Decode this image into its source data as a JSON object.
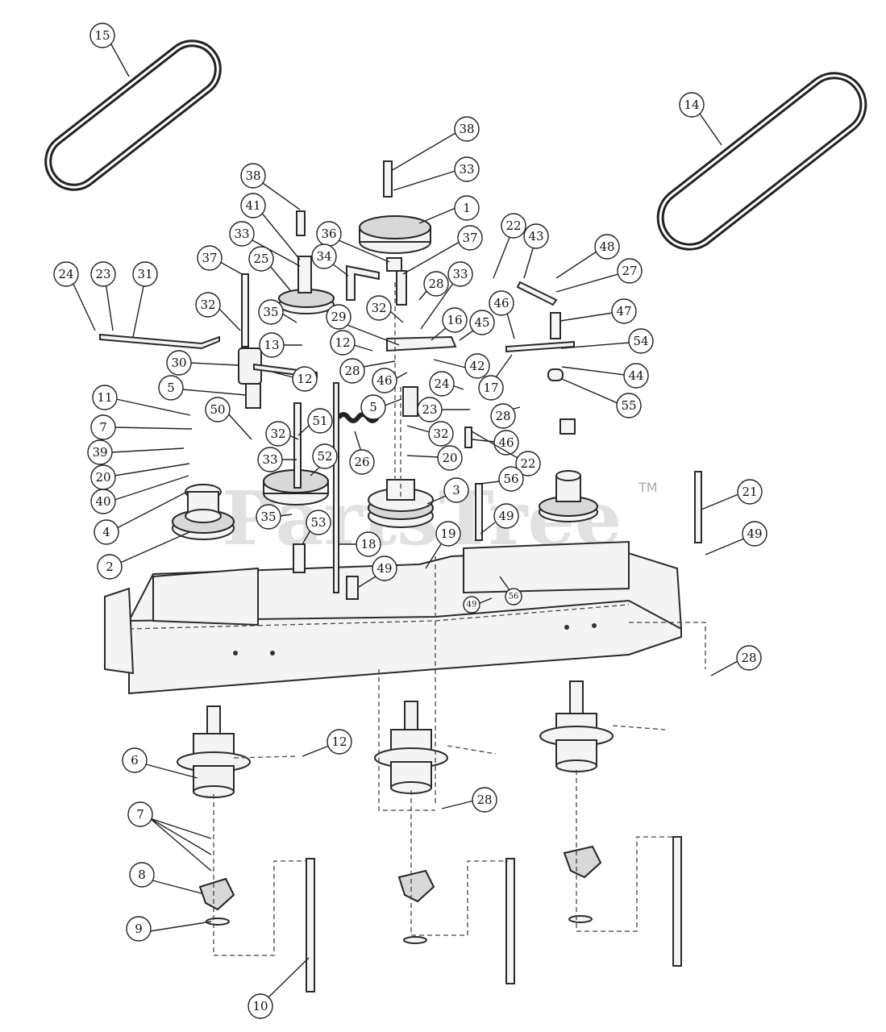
{
  "watermark": {
    "text": "PartsTree",
    "trademark": "TM"
  },
  "callouts": [
    {
      "label": "15"
    },
    {
      "label": "14"
    },
    {
      "label": "38"
    },
    {
      "label": "33"
    },
    {
      "label": "1"
    },
    {
      "label": "38"
    },
    {
      "label": "41"
    },
    {
      "label": "33"
    },
    {
      "label": "36"
    },
    {
      "label": "37"
    },
    {
      "label": "22"
    },
    {
      "label": "43"
    },
    {
      "label": "48"
    },
    {
      "label": "27"
    },
    {
      "label": "37"
    },
    {
      "label": "25"
    },
    {
      "label": "34"
    },
    {
      "label": "28"
    },
    {
      "label": "33"
    },
    {
      "label": "24"
    },
    {
      "label": "23"
    },
    {
      "label": "31"
    },
    {
      "label": "32"
    },
    {
      "label": "35"
    },
    {
      "label": "32"
    },
    {
      "label": "29"
    },
    {
      "label": "16"
    },
    {
      "label": "45"
    },
    {
      "label": "46"
    },
    {
      "label": "47"
    },
    {
      "label": "13"
    },
    {
      "label": "12"
    },
    {
      "label": "54"
    },
    {
      "label": "30"
    },
    {
      "label": "12"
    },
    {
      "label": "28"
    },
    {
      "label": "42"
    },
    {
      "label": "44"
    },
    {
      "label": "46"
    },
    {
      "label": "24"
    },
    {
      "label": "17"
    },
    {
      "label": "5"
    },
    {
      "label": "5"
    },
    {
      "label": "23"
    },
    {
      "label": "55"
    },
    {
      "label": "11"
    },
    {
      "label": "50"
    },
    {
      "label": "28"
    },
    {
      "label": "7"
    },
    {
      "label": "51"
    },
    {
      "label": "32"
    },
    {
      "label": "32"
    },
    {
      "label": "46"
    },
    {
      "label": "39"
    },
    {
      "label": "33"
    },
    {
      "label": "26"
    },
    {
      "label": "20"
    },
    {
      "label": "22"
    },
    {
      "label": "20"
    },
    {
      "label": "52"
    },
    {
      "label": "40"
    },
    {
      "label": "56"
    },
    {
      "label": "3"
    },
    {
      "label": "21"
    },
    {
      "label": "4"
    },
    {
      "label": "35"
    },
    {
      "label": "53"
    },
    {
      "label": "49"
    },
    {
      "label": "49"
    },
    {
      "label": "19"
    },
    {
      "label": "18"
    },
    {
      "label": "2"
    },
    {
      "label": "49"
    },
    {
      "label": "49"
    },
    {
      "label": "56"
    },
    {
      "label": "28"
    },
    {
      "label": "12"
    },
    {
      "label": "6"
    },
    {
      "label": "28"
    },
    {
      "label": "7"
    },
    {
      "label": "8"
    },
    {
      "label": "9"
    },
    {
      "label": "10"
    }
  ]
}
